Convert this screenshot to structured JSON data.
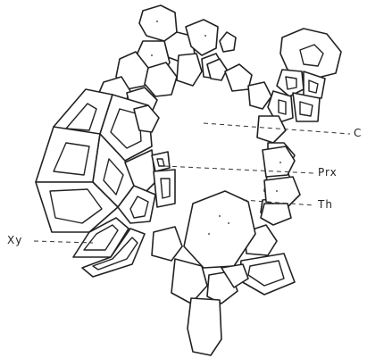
{
  "labels": {
    "c": "C",
    "prx": "Prx",
    "th": "Th",
    "xy": "Xy"
  },
  "colors": {
    "ink": "#222222",
    "background": "#ffffff"
  }
}
